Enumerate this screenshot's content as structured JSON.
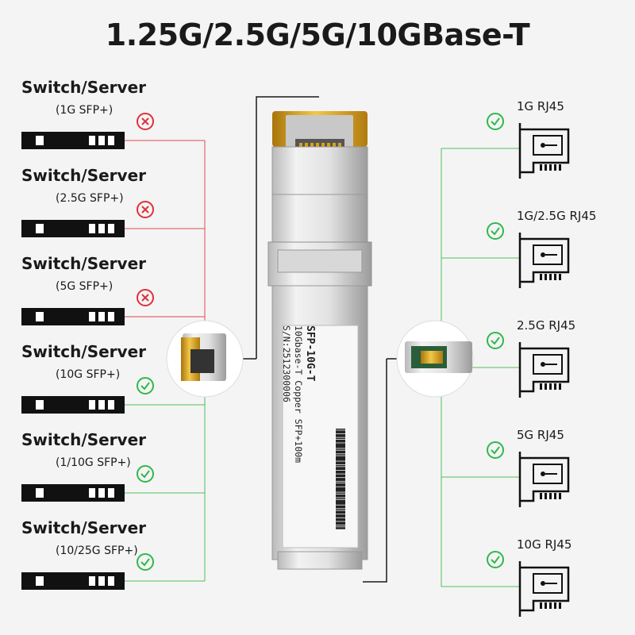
{
  "title": "1.25G/2.5G/5G/10GBase-T",
  "left_items": [
    {
      "name": "Switch/Server",
      "spec": "(1G SFP+)",
      "supported": false
    },
    {
      "name": "Switch/Server",
      "spec": "(2.5G SFP+)",
      "supported": false
    },
    {
      "name": "Switch/Server",
      "spec": "(5G SFP+)",
      "supported": false
    },
    {
      "name": "Switch/Server",
      "spec": "(10G SFP+)",
      "supported": true
    },
    {
      "name": "Switch/Server",
      "spec": "(1/10G SFP+)",
      "supported": true
    },
    {
      "name": "Switch/Server",
      "spec": "(10/25G SFP+)",
      "supported": true
    }
  ],
  "right_items": [
    {
      "label": "1G RJ45",
      "supported": true
    },
    {
      "label": "1G/2.5G RJ45",
      "supported": true
    },
    {
      "label": "2.5G RJ45",
      "supported": true
    },
    {
      "label": "5G RJ45",
      "supported": true
    },
    {
      "label": "10G RJ45",
      "supported": true
    }
  ],
  "module_label": {
    "line1": "SFP-10G-T",
    "line2": "10Gbase-T Copper SFP+100m",
    "line3": "S/N:2512300006"
  },
  "colors": {
    "unsupported": "#e0303a",
    "supported": "#2fb84c",
    "line_red": "#e04a4a",
    "line_green": "#4fbf5c",
    "gold": "#d8a21a"
  },
  "icons": {
    "unsupported": "x-circle-icon",
    "supported": "check-circle-icon",
    "left_device": "sfp-port-icon",
    "right_device": "nic-card-icon"
  }
}
